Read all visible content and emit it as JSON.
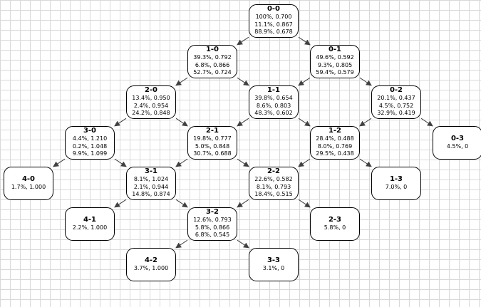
{
  "diagram": {
    "nodes": [
      {
        "id": "0-0",
        "lines": [
          "100%, 0.700",
          "11.1%, 0.867",
          "88.9%, 0.678"
        ]
      },
      {
        "id": "1-0",
        "lines": [
          "39.3%, 0.792",
          "6.8%, 0.866",
          "52.7%, 0.724"
        ]
      },
      {
        "id": "0-1",
        "lines": [
          "49.6%, 0.592",
          "9.3%, 0.805",
          "59.4%, 0.579"
        ]
      },
      {
        "id": "2-0",
        "lines": [
          "13.4%, 0.950",
          "2.4%, 0.954",
          "24.2%, 0.848"
        ]
      },
      {
        "id": "1-1",
        "lines": [
          "39.8%, 0.654",
          "8.6%, 0.803",
          "48.3%, 0.602"
        ]
      },
      {
        "id": "0-2",
        "lines": [
          "20.1%, 0.437",
          "4.5%, 0.752",
          "32.9%, 0.419"
        ]
      },
      {
        "id": "3-0",
        "lines": [
          "4.4%, 1.210",
          "0.2%, 1.048",
          "9.9%, 1.099"
        ]
      },
      {
        "id": "2-1",
        "lines": [
          "19.8%, 0.777",
          "5.0%, 0.848",
          "30.7%, 0.688"
        ]
      },
      {
        "id": "1-2",
        "lines": [
          "28.4%, 0.488",
          "8.0%, 0.769",
          "29.5%, 0.438"
        ]
      },
      {
        "id": "0-3",
        "lines": [
          "4.5%, 0"
        ]
      },
      {
        "id": "4-0",
        "lines": [
          "1.7%, 1.000"
        ]
      },
      {
        "id": "3-1",
        "lines": [
          "8.1%, 1.024",
          "2.1%, 0.944",
          "14.8%, 0.874"
        ]
      },
      {
        "id": "2-2",
        "lines": [
          "22.6%, 0.582",
          "8.1%, 0.793",
          "18.4%, 0.515"
        ]
      },
      {
        "id": "1-3",
        "lines": [
          "7.0%, 0"
        ]
      },
      {
        "id": "4-1",
        "lines": [
          "2.2%, 1.000"
        ]
      },
      {
        "id": "3-2",
        "lines": [
          "12.6%, 0.793",
          "5.8%, 0.866",
          "6.8%, 0.545"
        ]
      },
      {
        "id": "2-3",
        "lines": [
          "5.8%, 0"
        ]
      },
      {
        "id": "4-2",
        "lines": [
          "3.7%, 1.000"
        ]
      },
      {
        "id": "3-3",
        "lines": [
          "3.1%, 0"
        ]
      }
    ],
    "edges": [
      [
        "0-0",
        "1-0"
      ],
      [
        "0-0",
        "0-1"
      ],
      [
        "1-0",
        "2-0"
      ],
      [
        "1-0",
        "1-1"
      ],
      [
        "0-1",
        "1-1"
      ],
      [
        "0-1",
        "0-2"
      ],
      [
        "2-0",
        "3-0"
      ],
      [
        "2-0",
        "2-1"
      ],
      [
        "1-1",
        "2-1"
      ],
      [
        "1-1",
        "1-2"
      ],
      [
        "0-2",
        "1-2"
      ],
      [
        "0-2",
        "0-3"
      ],
      [
        "3-0",
        "4-0"
      ],
      [
        "3-0",
        "3-1"
      ],
      [
        "2-1",
        "3-1"
      ],
      [
        "2-1",
        "2-2"
      ],
      [
        "1-2",
        "2-2"
      ],
      [
        "1-2",
        "1-3"
      ],
      [
        "3-1",
        "4-1"
      ],
      [
        "3-1",
        "3-2"
      ],
      [
        "2-2",
        "3-2"
      ],
      [
        "2-2",
        "2-3"
      ],
      [
        "3-2",
        "4-2"
      ],
      [
        "3-2",
        "3-3"
      ]
    ]
  }
}
